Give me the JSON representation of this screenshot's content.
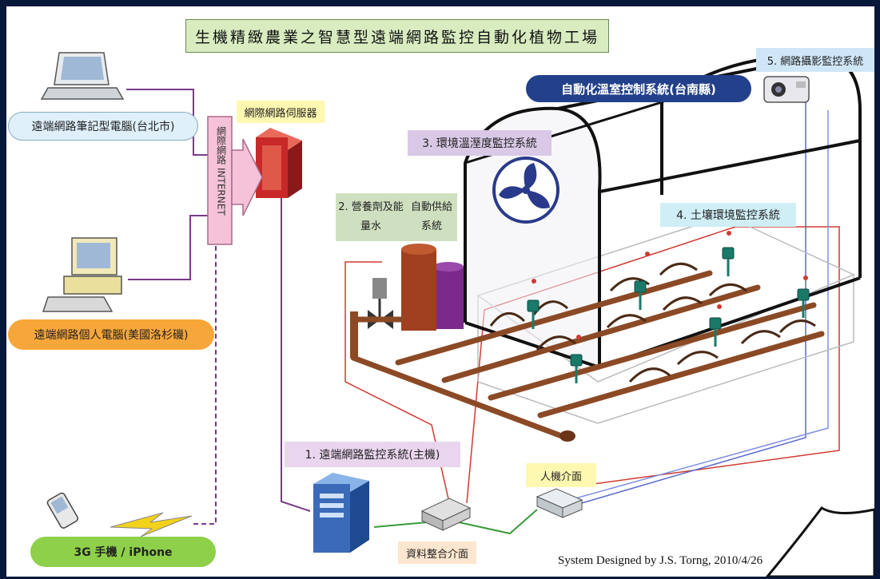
{
  "title": "生機精緻農業之智慧型遠端網路監控自動化植物工場",
  "labels": {
    "laptop": "遠端網路筆記型電腦(台北市)",
    "pc": "遠端網路個人電腦(美國洛杉磯)",
    "phone": "3G 手機 / iPhone",
    "server": "網際網路伺服器",
    "internet_cn": "網際網路",
    "internet_en": "INTERNET",
    "auto_system": "自動化溫室控制系統(台南縣)",
    "sys1": "1. 遠端網路監控系統(主機)",
    "sys2_line1": "2. 營養劑及能量水",
    "sys2_line2": "自動供給系統",
    "sys3": "3. 環境溫溼度監控系統",
    "sys4": "4. 土壤環境監控系統",
    "sys5": "5. 網路攝影監控系統",
    "hmi": "人機介面",
    "data_interface": "資料整合介面",
    "credit": "System Designed by J.S. Torng, 2010/4/26"
  },
  "colors": {
    "frame": "#08183a",
    "auto_badge": "#23408a",
    "pipe": "#8b4a25",
    "sensor": "#1a7a6a",
    "link_red": "#d03a30",
    "link_purple": "#7a3a8a",
    "link_blue": "#5a6ad0",
    "link_green": "#3a9a3a"
  }
}
